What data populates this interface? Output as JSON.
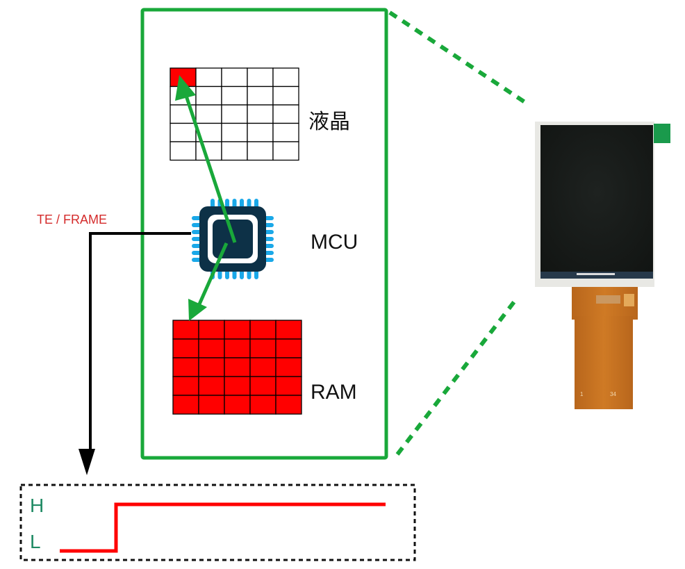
{
  "diagram": {
    "labels": {
      "lcd": "液晶",
      "mcu": "MCU",
      "ram": "RAM",
      "te_signal": "TE / FRAME",
      "level_high": "H",
      "level_low": "L"
    },
    "lcd_grid": {
      "rows": 5,
      "cols": 5,
      "filled_cells": [
        [
          0,
          0
        ]
      ]
    },
    "ram_grid": {
      "rows": 5,
      "cols": 5,
      "filled": "all"
    },
    "signal": {
      "sequence": [
        "L",
        "H"
      ],
      "description": "TE signal transitions low to high"
    },
    "colors": {
      "frame_green": "#19a83a",
      "arrow_green": "#19a83a",
      "pixel_red": "#ff0000",
      "chip_body": "#0d3147",
      "chip_pins": "#1aa8e8",
      "te_label": "#d42a2a",
      "signal_red": "#ff0000",
      "level_text": "#1f8a64"
    },
    "photo": {
      "subject": "TFT LCD module with flex cable",
      "flex_labels": [
        "1",
        "34"
      ]
    }
  }
}
